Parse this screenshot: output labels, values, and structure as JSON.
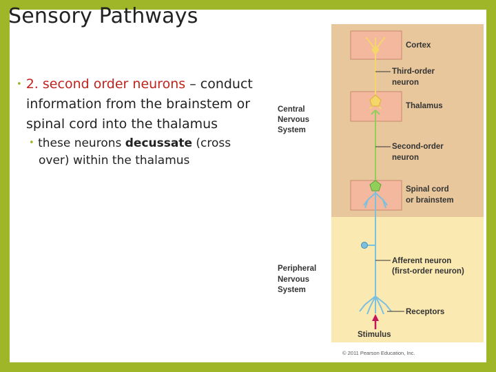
{
  "slide": {
    "title": "Sensory Pathways",
    "bullet1": {
      "marker": "•",
      "number": "2.",
      "highlight": "second order neurons",
      "dash": " –",
      "text": "conduct information from the brainstem or spinal cord into the thalamus"
    },
    "bullet2": {
      "marker": "•",
      "prefix": "these neurons ",
      "bold": "decussate",
      "suffix": " (cross over) within the thalamus"
    }
  },
  "diagram": {
    "region_cns": [
      "Central",
      "Nervous",
      "System"
    ],
    "region_pns": [
      "Peripheral",
      "Nervous",
      "System"
    ],
    "box_cortex": "Cortex",
    "box_thalamus": "Thalamus",
    "box_spinal": [
      "Spinal cord",
      "or brainstem"
    ],
    "third_order": [
      "Third-order",
      "neuron"
    ],
    "second_order": [
      "Second-order",
      "neuron"
    ],
    "afferent": [
      "Afferent neuron",
      "(first-order neuron)"
    ],
    "receptors": "Receptors",
    "stimulus": "Stimulus",
    "copyright": "© 2011 Pearson Education, Inc.",
    "colors": {
      "cns_bg": "#e8c79c",
      "pns_bg": "#fbe9b2",
      "box": "#f4b89e",
      "third_order": "#f5d66a",
      "second_order": "#8fcf5a",
      "first_order": "#7cc0df",
      "stimulus_arrow": "#c2185b"
    }
  }
}
